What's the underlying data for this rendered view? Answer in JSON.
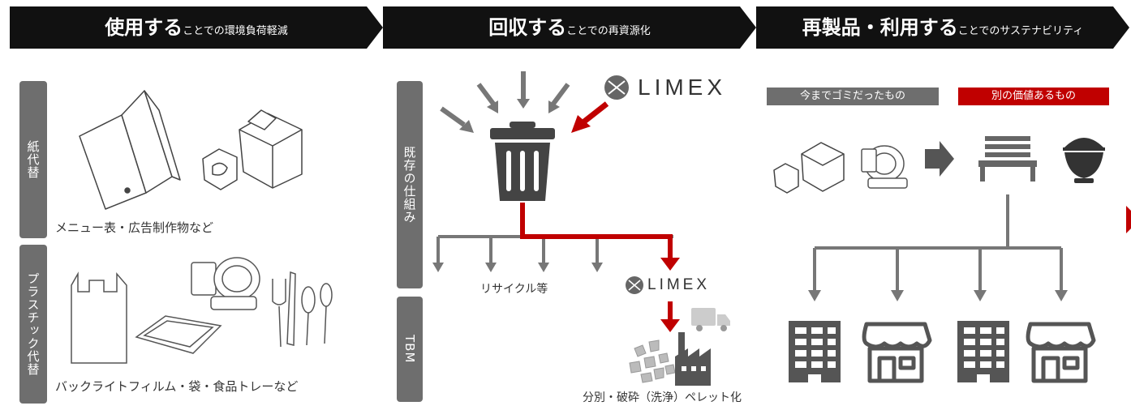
{
  "banners": [
    {
      "big": "使用する",
      "small": "ことでの環境負荷軽減"
    },
    {
      "big": "回収する",
      "small": "ことでの再資源化"
    },
    {
      "big": "再製品・利用する",
      "small": "ことでのサステナビリティ"
    }
  ],
  "left": {
    "paper_label": "紙代替",
    "paper_caption": "メニュー表・広告制作物など",
    "plastic_label": "プラスチック代替",
    "plastic_caption": "バックライトフィルム・袋・食品トレーなど"
  },
  "middle": {
    "existing_label": "既存の仕組み",
    "tbm_label": "TBM",
    "limex_logo": "LIMEX",
    "limex_logo_small": "LIMEX",
    "recycle_caption": "リサイクル等",
    "process_caption": "分別・破砕（洗浄）ペレット化"
  },
  "right": {
    "before_tag": "今までゴミだったもの",
    "after_tag": "別の価値あるもの"
  },
  "colors": {
    "banner": "#111111",
    "accent_red": "#c00000",
    "gray": "#6e6e6e",
    "icon_gray": "#4d4d4d"
  }
}
